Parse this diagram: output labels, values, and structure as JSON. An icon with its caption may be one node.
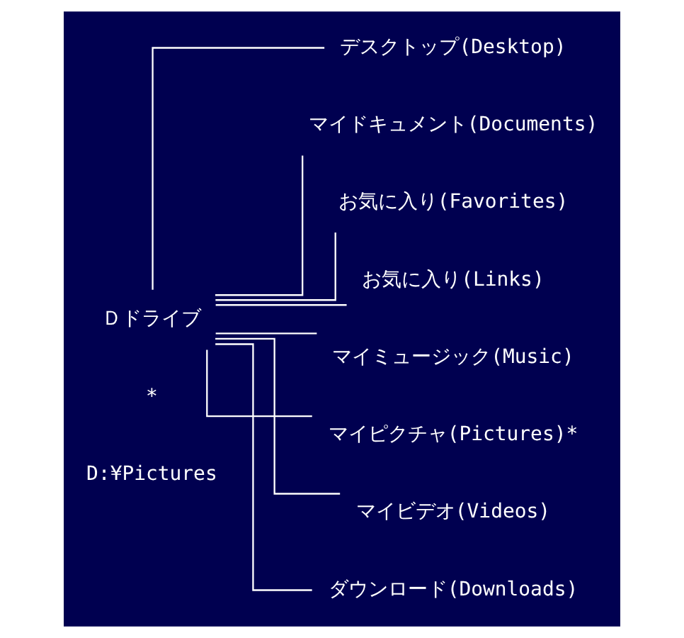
{
  "diagram": {
    "nodes": [
      {
        "text": [
          "Ｄドライブ"
        ]
      },
      {
        "text": [
          "デスクトップ(Desktop)"
        ]
      },
      {
        "text": [
          "マイドキュメント(Documents)"
        ]
      },
      {
        "text": [
          "お気に入り(Favorites)"
        ]
      },
      {
        "text": [
          "お気に入り(Links)"
        ]
      },
      {
        "text": [
          "マイミュージック(Music)"
        ]
      },
      {
        "text": [
          "マイピクチャ(Pictures)*"
        ]
      },
      {
        "text": [
          "マイビデオ(Videos)"
        ]
      },
      {
        "text": [
          "ダウンロード(Downloads)"
        ]
      }
    ],
    "edges": [
      {
        "from": 0,
        "to": 1,
        "arrow": "none"
      },
      {
        "from": 0,
        "to": 2,
        "arrow": "none"
      },
      {
        "from": 0,
        "to": 3,
        "arrow": "none"
      },
      {
        "from": 0,
        "to": 4,
        "arrow": "none"
      },
      {
        "from": 0,
        "to": 5,
        "arrow": "none"
      },
      {
        "from": 0,
        "to": 6,
        "arrow": "none"
      },
      {
        "from": 0,
        "to": 7,
        "arrow": "none"
      },
      {
        "from": 0,
        "to": 8,
        "arrow": "none"
      }
    ],
    "labels": [
      "*",
      "D:¥Pictures"
    ]
  }
}
